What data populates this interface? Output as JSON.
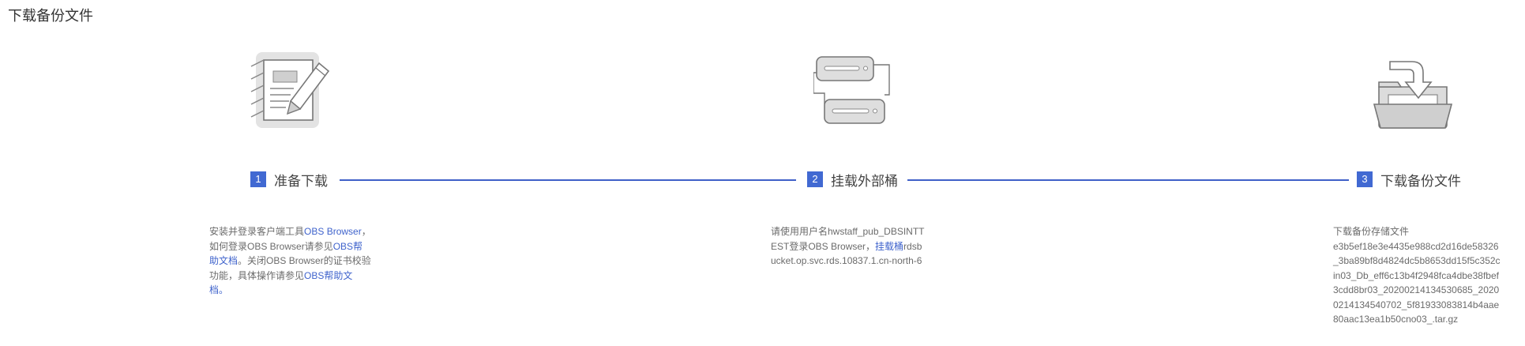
{
  "page_title": "下载备份文件",
  "accent_color": "#4169d2",
  "steps": [
    {
      "number": "1",
      "label": "准备下载",
      "icon": "document-edit-icon",
      "desc": {
        "p1": "安装并登录客户端工具",
        "link1": "OBS Browser",
        "p2": "，如何登录OBS Browser请参见",
        "link2": "OBS帮助文档",
        "p3": "。关闭OBS Browser的证书校验功能，具体操作请参见",
        "link3": "OBS帮助文档",
        "p4": "。"
      }
    },
    {
      "number": "2",
      "label": "挂载外部桶",
      "icon": "server-connect-icon",
      "desc": {
        "p1": "请使用用户名hwstaff_pub_DBSINTTEST登录OBS Browser，",
        "link1": "挂载桶",
        "p2": "rdsbucket.op.svc.rds.10837.1.cn-north-6"
      }
    },
    {
      "number": "3",
      "label": "下载备份文件",
      "icon": "folder-download-icon",
      "desc": {
        "p1": "下载备份存储文件",
        "p2": "e3b5ef18e3e4435e988cd2d16de58326_3ba89bf8d4824dc5b8653dd15f5c352cin03_Db_eff6c13b4f2948fca4dbe38fbef3cdd8br03_20200214134530685_20200214134540702_5f81933083814b4aae80aac13ea1b50cno03_.tar.gz"
      }
    }
  ]
}
